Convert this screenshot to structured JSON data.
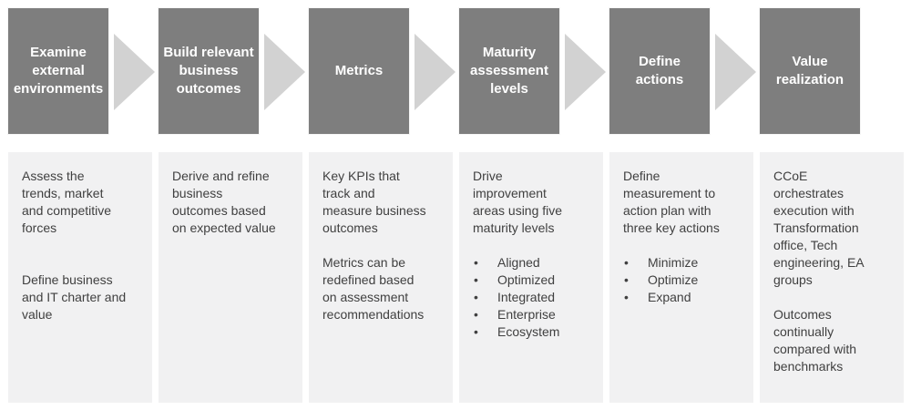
{
  "colors": {
    "header_bg": "#7e7e7e",
    "header_text": "#ffffff",
    "arrow": "#d2d2d2",
    "body_bg": "#f1f1f2",
    "body_text": "#404040"
  },
  "bullet_char": "•",
  "steps": [
    {
      "title": "Examine\nexternal\nenvironments",
      "paragraphs": [
        "Assess the\ntrends, market\nand competitive\nforces",
        "Define business\nand IT charter and\nvalue"
      ],
      "bullets": []
    },
    {
      "title": "Build relevant\nbusiness\noutcomes",
      "paragraphs": [
        "Derive and refine\nbusiness\noutcomes based\non expected value"
      ],
      "bullets": []
    },
    {
      "title": "Metrics",
      "paragraphs": [
        "Key KPIs that\ntrack and\nmeasure business\noutcomes",
        "Metrics can be\nredefined based\non assessment\nrecommendations"
      ],
      "bullets": []
    },
    {
      "title": "Maturity\nassessment\nlevels",
      "paragraphs": [
        "Drive\nimprovement\nareas using five\nmaturity levels"
      ],
      "bullets": [
        "Aligned",
        "Optimized",
        "Integrated",
        "Enterprise",
        "Ecosystem"
      ]
    },
    {
      "title": "Define\nactions",
      "paragraphs": [
        "Define\nmeasurement to\naction plan with\nthree key actions"
      ],
      "bullets": [
        "Minimize",
        "Optimize",
        "Expand"
      ]
    },
    {
      "title": "Value\nrealization",
      "paragraphs": [
        "CCoE\norchestrates\nexecution with\nTransformation\noffice, Tech\nengineering, EA\ngroups",
        "Outcomes\ncontinually\ncompared with\nbenchmarks"
      ],
      "bullets": []
    }
  ]
}
